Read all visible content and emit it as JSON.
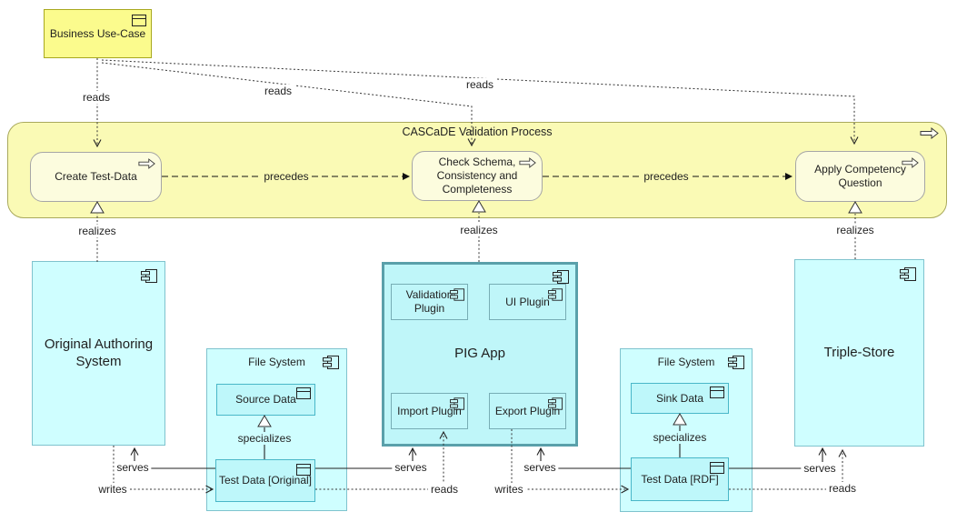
{
  "colors": {
    "band_fill": "#FAFAB5",
    "band_border": "#A9A95C",
    "process_fill": "#FCFCDE",
    "process_border": "#A6A6A6",
    "business_fill": "#FBFB8D",
    "business_border": "#A8A81E",
    "component_fill": "#CFFEFF",
    "component_border": "#7FC3CE",
    "inner_fill": "#BEF7FA",
    "inner_border": "#49B7C8",
    "pig_fill": "#BFF6F9",
    "pig_border": "#5AA0AA",
    "plugin_border": "#77ADB5"
  },
  "nodes": {
    "business_use_case": "Business Use-Case",
    "process_group": "CASCaDE Validation Process",
    "create_test_data": "Create Test-Data",
    "check_schema": "Check Schema, Consistency and Completeness",
    "apply_competency": "Apply Competency Question",
    "original_authoring_system": "Original Authoring System",
    "file_system_left": "File System",
    "source_data": "Source Data",
    "test_data_original": "Test Data [Original]",
    "pig_app": "PIG App",
    "validation_plugin": "Validation Plugin",
    "ui_plugin": "UI Plugin",
    "import_plugin": "Import Plugin",
    "export_plugin": "Export Plugin",
    "file_system_right": "File System",
    "sink_data": "Sink Data",
    "test_data_rdf": "Test Data [RDF]",
    "triple_store": "Triple-Store"
  },
  "relations": {
    "reads_create": "reads",
    "reads_check": "reads",
    "reads_apply": "reads",
    "precedes_1": "precedes",
    "precedes_2": "precedes",
    "realizes_left": "realizes",
    "realizes_mid": "realizes",
    "realizes_right": "realizes",
    "specializes_left": "specializes",
    "specializes_right": "specializes",
    "serves_left": "serves",
    "writes_left": "writes",
    "serves_mid_left": "serves",
    "reads_mid_left": "reads",
    "writes_mid_right": "writes",
    "serves_mid_right": "serves",
    "serves_right": "serves",
    "reads_right": "reads"
  }
}
